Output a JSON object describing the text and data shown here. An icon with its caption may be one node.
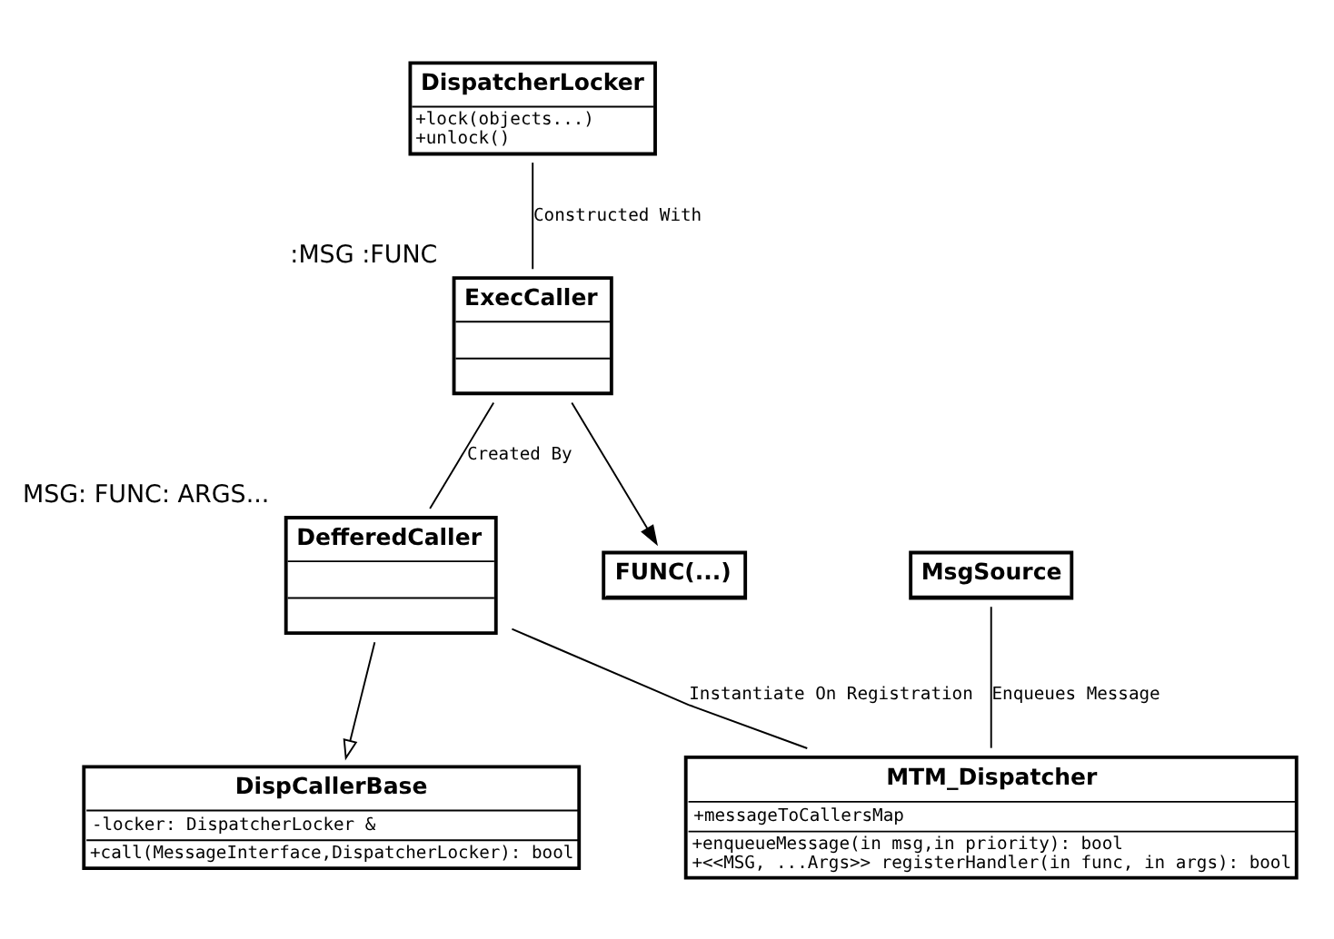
{
  "diagram": {
    "nodes": [
      {
        "text": [
          "DispatcherLocker",
          "+lock(objects...)",
          "+unlock()"
        ]
      },
      {
        "text": [
          "DispCallerBase",
          "-locker: DispatcherLocker &",
          "+call(MessageInterface,DispatcherLocker): bool"
        ]
      },
      {
        "text": [
          "ExecCaller"
        ],
        "beside": [
          ":MSG :FUNC"
        ]
      },
      {
        "text": [
          "DefferedCaller"
        ],
        "beside": [
          "MSG: FUNC: ARGS..."
        ]
      },
      {
        "text": [
          "FUNC(...)"
        ]
      },
      {
        "text": [
          "MsgSource"
        ]
      },
      {
        "text": [
          "MTM_Dispatcher",
          "+messageToCallersMap",
          "+enqueueMessage(in msg,in priority): bool",
          "+<<MSG, ...Args>> registerHandler(in func, in args): bool"
        ]
      }
    ],
    "edges": [
      {
        "from": 0,
        "to": 2,
        "arrow": "none",
        "label": "Constructed With"
      },
      {
        "from": 2,
        "to": 3,
        "arrow": "none",
        "label": "Created By"
      },
      {
        "from": 2,
        "to": 4,
        "arrow": "to"
      },
      {
        "from": 3,
        "to": 1,
        "arrow": "to"
      },
      {
        "from": 5,
        "to": 6,
        "arrow": "none",
        "label": "Enqueues Message"
      },
      {
        "from": 3,
        "to": 6,
        "arrow": "none",
        "label": "Instantiate On Registration"
      }
    ]
  }
}
